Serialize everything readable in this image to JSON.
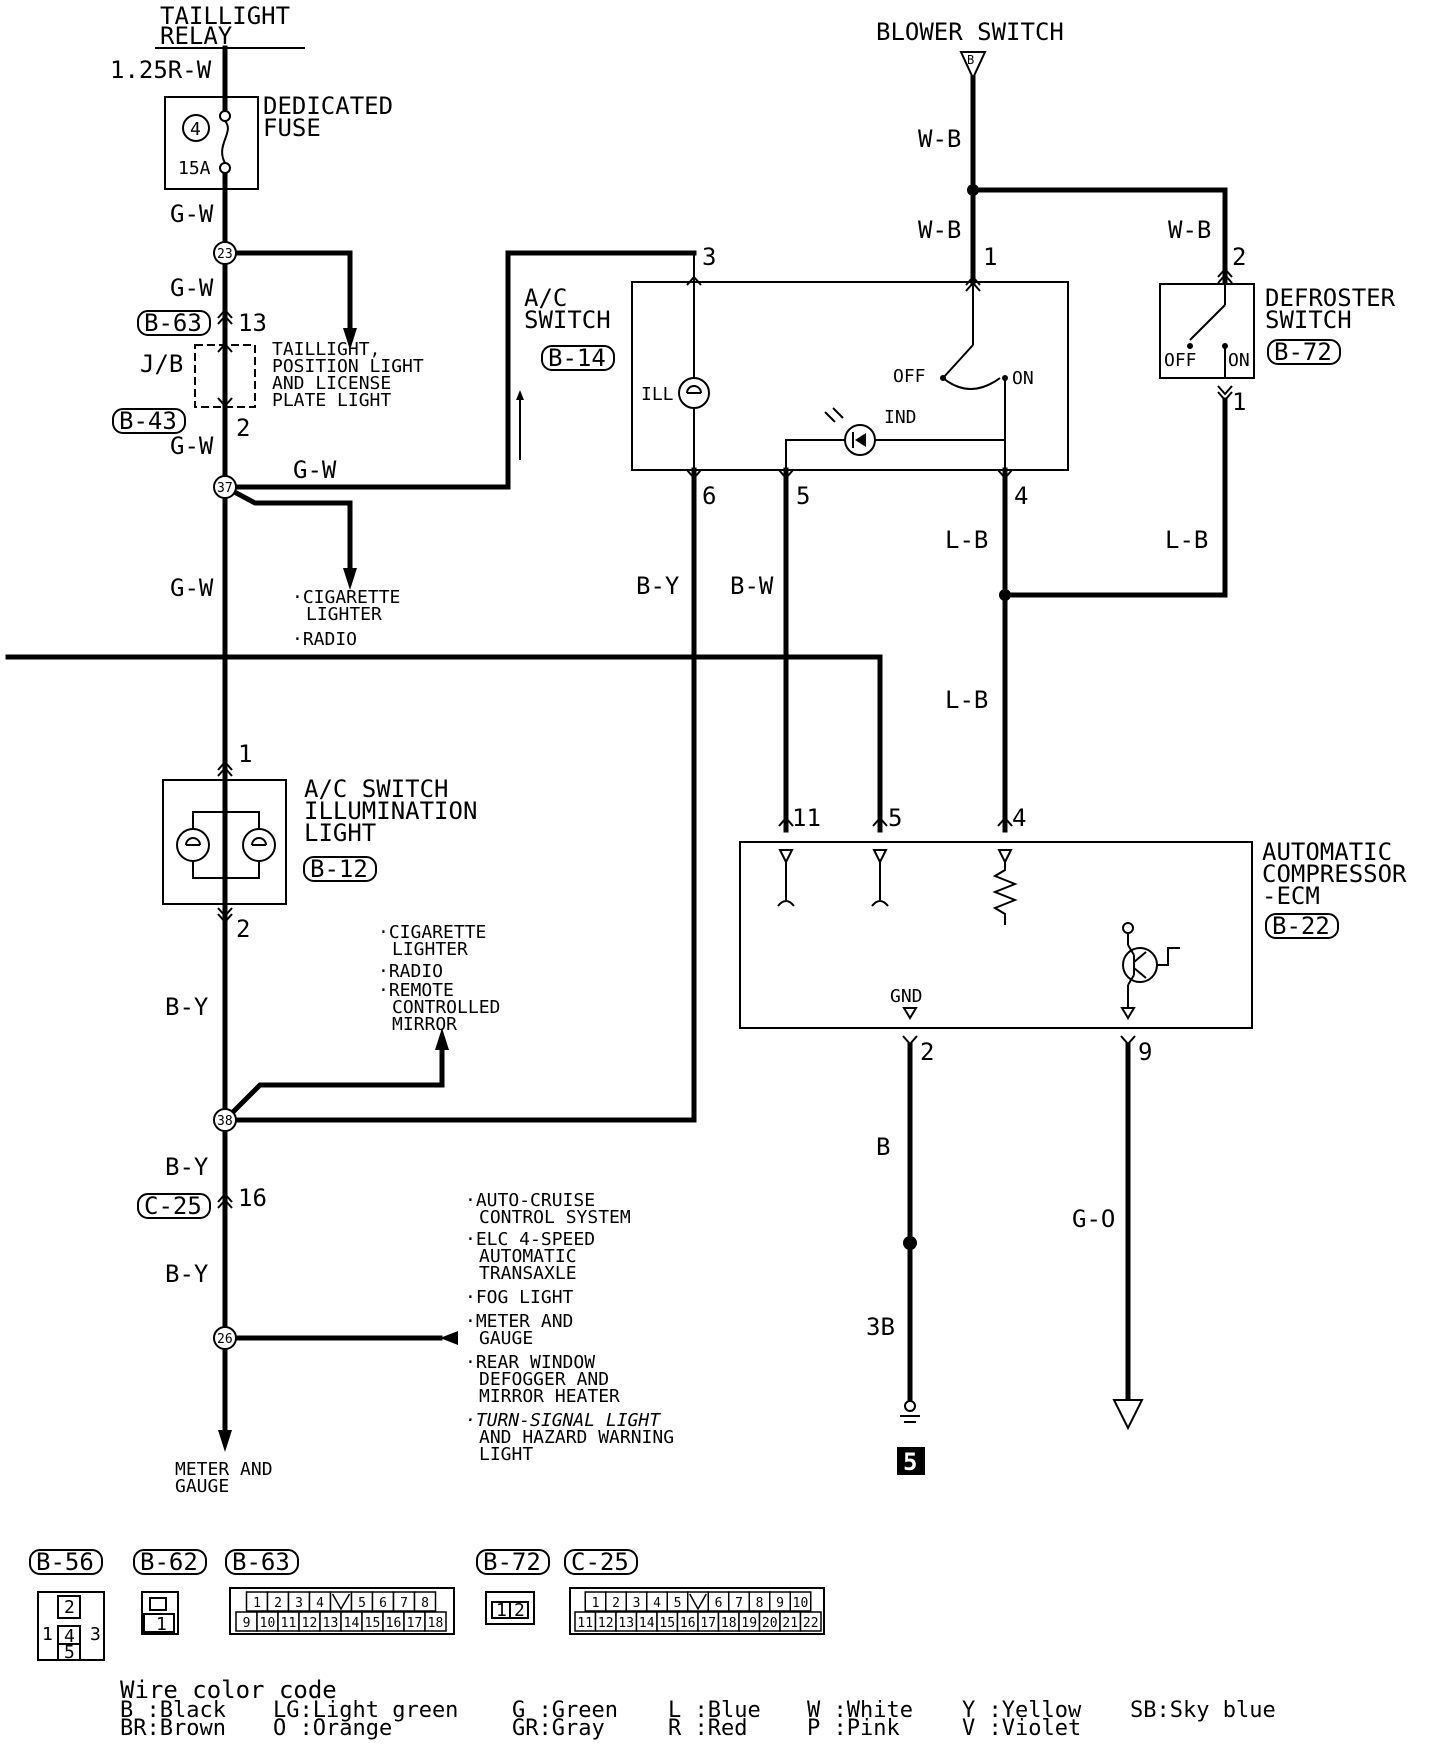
{
  "header": {
    "taillight_relay": [
      "TAILLIGHT",
      "RELAY"
    ],
    "blower_switch": "BLOWER SWITCH"
  },
  "wire_labels": {
    "w_125rw": "1.25R-W",
    "w_gw_1": "G-W",
    "w_gw_2": "G-W",
    "w_gw_3": "G-W",
    "w_gw_4": "G-W",
    "w_gw_5": "G-W",
    "w_by_1": "B-Y",
    "w_by_2": "B-Y",
    "w_by_3": "B-Y",
    "w_by_4": "B-Y",
    "w_bw": "B-W",
    "w_wb_1": "W-B",
    "w_wb_2": "W-B",
    "w_wb_3": "W-B",
    "w_lb_1": "L-B",
    "w_lb_2": "L-B",
    "w_lb_3": "L-B",
    "w_b": "B",
    "w_3b": "3B",
    "w_go": "G-O"
  },
  "components": {
    "dedicated_fuse": {
      "lines": [
        "DEDICATED",
        "FUSE"
      ],
      "number": "4",
      "rating": "15A"
    },
    "jb": "J/B",
    "taillight_branch": [
      "TAILLIGHT,",
      "POSITION LIGHT",
      "AND LICENSE",
      "PLATE LIGHT"
    ],
    "cigarette_branch_1": [
      "·CIGARETTE",
      "LIGHTER",
      "·RADIO"
    ],
    "ac_switch": {
      "lines": [
        "A/C",
        "SWITCH"
      ],
      "connector": "B-14",
      "ill": "ILL",
      "off": "OFF",
      "on": "ON",
      "ind": "IND"
    },
    "defroster_switch": {
      "lines": [
        "DEFROSTER",
        "SWITCH"
      ],
      "connector": "B-72",
      "off": "OFF",
      "on": "ON"
    },
    "ac_illumination": {
      "lines": [
        "A/C SWITCH",
        "ILLUMINATION",
        "LIGHT"
      ],
      "connector": "B-12"
    },
    "branch_2": [
      "·CIGARETTE",
      "LIGHTER",
      "·RADIO",
      "·REMOTE",
      "CONTROLLED",
      "MIRROR"
    ],
    "compressor_ecm": {
      "lines": [
        "AUTOMATIC",
        "COMPRESSOR",
        "-ECM"
      ],
      "connector": "B-22",
      "gnd": "GND"
    },
    "branch_3": [
      "·AUTO-CRUISE",
      "CONTROL SYSTEM",
      "·ELC 4-SPEED",
      "AUTOMATIC",
      "TRANSAXLE",
      "·FOG LIGHT",
      "·METER AND",
      "GAUGE",
      "·REAR WINDOW",
      "DEFOGGER AND",
      "MIRROR HEATER",
      "·TURN-SIGNAL LIGHT",
      "AND HAZARD WARNING",
      "LIGHT"
    ],
    "meter_gauge": [
      "METER AND",
      "GAUGE"
    ],
    "ground_number": "5"
  },
  "connectors": {
    "b63": "B-63",
    "b43": "B-43",
    "c25": "C-25",
    "blower_letter": "B"
  },
  "junctions": {
    "j23": "23",
    "j37": "37",
    "j38": "38",
    "j26": "26"
  },
  "pins": {
    "p13": "13",
    "p2a": "2",
    "p1a": "1",
    "p2b": "2",
    "p16": "16",
    "p3": "3",
    "p6": "6",
    "p5a": "5",
    "p4a": "4",
    "p1b": "1",
    "p2c": "2",
    "p1c": "1",
    "p11": "11",
    "p5b": "5",
    "p4b": "4",
    "p2d": "2",
    "p9": "9"
  },
  "connector_legend": {
    "b56": {
      "name": "B-56",
      "pins": [
        "1",
        "2",
        "3",
        "4",
        "5"
      ]
    },
    "b62": {
      "name": "B-62",
      "pins": [
        "1"
      ]
    },
    "b63": {
      "name": "B-63",
      "row1": [
        "1",
        "2",
        "3",
        "4",
        "",
        "5",
        "6",
        "7",
        "8"
      ],
      "row2": [
        "9",
        "10",
        "11",
        "12",
        "13",
        "14",
        "15",
        "16",
        "17",
        "18"
      ]
    },
    "b72": {
      "name": "B-72",
      "pins": [
        "1",
        "2"
      ]
    },
    "c25": {
      "name": "C-25",
      "row1": [
        "1",
        "2",
        "3",
        "4",
        "5",
        "",
        "6",
        "7",
        "8",
        "9",
        "10"
      ],
      "row2": [
        "11",
        "12",
        "13",
        "14",
        "15",
        "16",
        "17",
        "18",
        "19",
        "20",
        "21",
        "22"
      ]
    }
  },
  "color_code": {
    "title": "Wire color code",
    "entries": [
      [
        "B :Black",
        "BR:Brown"
      ],
      [
        "LG:Light green",
        "O :Orange"
      ],
      [
        "G :Green",
        "GR:Gray"
      ],
      [
        "L :Blue",
        "R :Red"
      ],
      [
        "W :White",
        "P :Pink"
      ],
      [
        "Y :Yellow",
        "V :Violet"
      ],
      [
        "SB:Sky blue",
        ""
      ]
    ]
  }
}
